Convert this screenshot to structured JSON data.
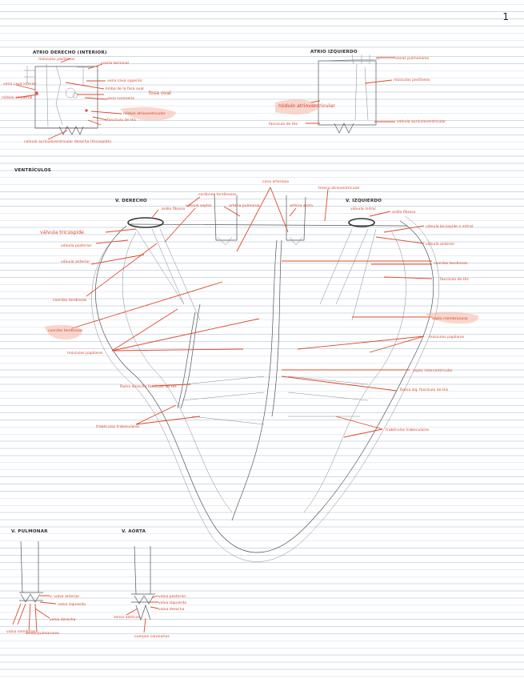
{
  "page_number": "1",
  "diagrams": {
    "right_atrium": {
      "title": "ATRIO DERECHO (INTERIOR)",
      "labels": {
        "musculos_pectineos": "músculos pectíneos",
        "cresta_terminal": "cresta terminal",
        "vena_cava_superior": "vena cava superior",
        "fosa_oval": "fosa oval",
        "limbo": "limbo de la fosa oval",
        "seno_coronario": "seno coronario",
        "nodulo_sinoatrial": "nódulo sinoatrial",
        "nodulo_av": "nódulo atrioventricular",
        "haz_his": "fascículo de His",
        "valvula_tricuspide": "valvula auriculoventricular derecha (tricúspide)",
        "vena_cava_inferior": "vena cava inferior"
      }
    },
    "left_atrium": {
      "title": "ATRIO IZQUIERDO",
      "labels": {
        "venas_pulmonares": "venas pulmonares",
        "musculos_pectineos": "músculos pectíneos",
        "nodulo_av": "nódulo atrioventricular",
        "fasciculo_his": "fascículo de His",
        "valvula_mitral": "valvula auriculoventricular"
      }
    },
    "ventricles": {
      "title": "VENTRÍCULOS",
      "right_title": "V. DERECHO",
      "left_title": "V. IZQUIERDO",
      "labels": {
        "cono_arterioso": "cono arterioso",
        "tronco_atrio": "tronco atrioventricular",
        "arteria_pulmonar": "arteria pulmonar",
        "arteria_aorta": "arteria aorta",
        "anillo_fibroso_d": "anillo fibroso",
        "valvula_septal": "válvula septal",
        "valvula_tricuspide": "válvula tricúspide",
        "valvula_posterior": "válvula posterior",
        "valvula_anterior": "válvula anterior",
        "cuerdas_tendineas_d": "cuerdas tendíneas",
        "cordones_tendinosos": "cordones tendinosos",
        "musculos_papilares_d": "músculos papilares",
        "rama_derecha_his": "Rama derecha fascículo de His",
        "trabeculas_d": "trabéculas trabeculares",
        "valvula_mitral": "válvula mitral",
        "anillo_fibroso_i": "anillo fibroso",
        "valvula_bicuspide": "válvula bicúspide o mitral",
        "valvula_anterior_i": "válvula anterior",
        "cuerdas_tendineas_i": "cuerdas tendíneas",
        "fasciculo_his": "fascículo de His",
        "septo_membranoso": "septo membranoso",
        "musculos_papilares_i": "músculos papilares",
        "septo_interventricular": "septo interventricular",
        "rama_izquierda_his": "Rama izq. fascículo de His",
        "trabeculas_i": "trabéculas trabeculares"
      }
    },
    "pulmonary_valve": {
      "title": "V. PULMONAR",
      "labels": {
        "anterior": "v. valva anterior",
        "izquierda": "valva izquierda",
        "derecha": "valva derecha",
        "senos": "senos pulmonares",
        "lunula": "valva semilunar"
      }
    },
    "aortic_valve": {
      "title": "V. AORTA",
      "labels": {
        "posterior": "valva posterior",
        "izquierda": "valva izquierda",
        "derecha": "valva derecha",
        "senos": "senos aórticos",
        "coronarias": "cuerpos coronarios"
      }
    }
  },
  "colors": {
    "annotation": "#e0482a",
    "highlight": "#f6b7a6",
    "pencil": "#555555",
    "rule": "#cfdbe8"
  }
}
